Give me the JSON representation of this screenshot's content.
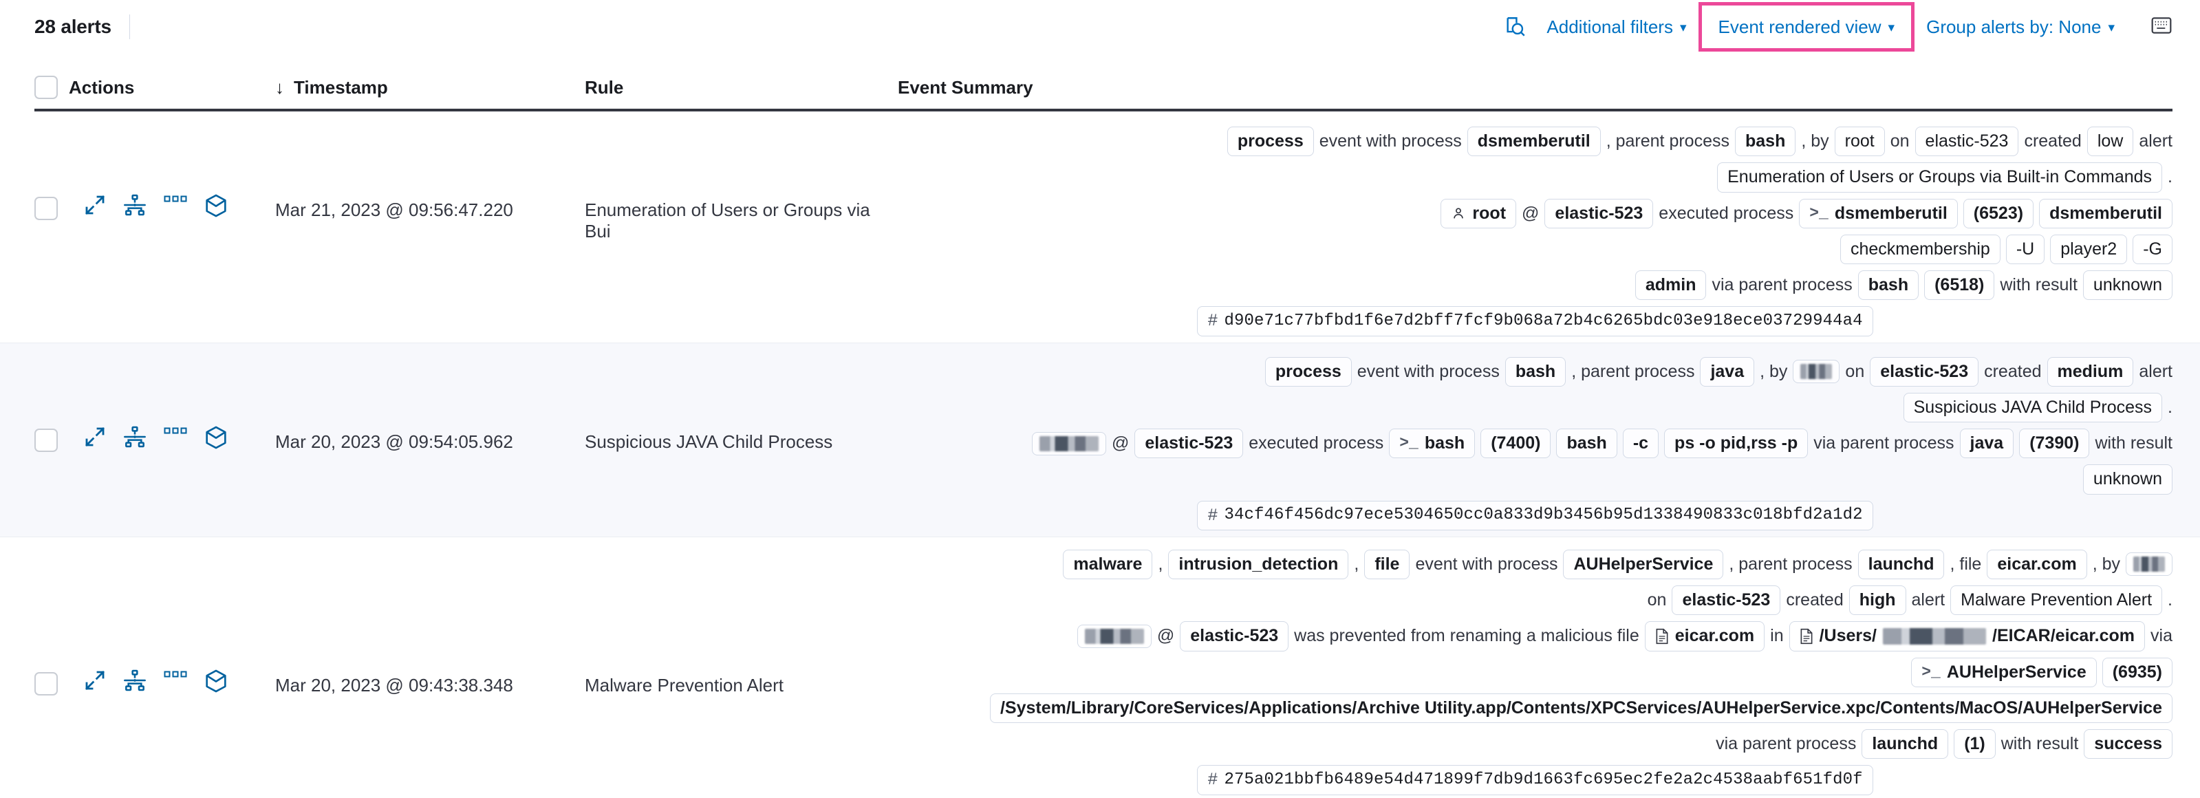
{
  "toolbar": {
    "alert_count": "28 alerts",
    "inspect_icon": "inspect-magnifier-icon",
    "additional_filters": "Additional filters",
    "event_rendered_view": "Event rendered view",
    "group_alerts_by": "Group alerts by: None",
    "keyboard_icon": "keyboard-icon",
    "chevron": "⌄",
    "highlight_color": "#ec4899",
    "link_color": "#0071c2"
  },
  "table": {
    "headers": {
      "actions": "Actions",
      "timestamp": "Timestamp",
      "sort_arrow": "↓",
      "rule": "Rule",
      "event_summary": "Event Summary"
    },
    "row_actions": [
      {
        "name": "expand-icon",
        "label": "Expand"
      },
      {
        "name": "analyze-event-icon",
        "label": "Analyze event"
      },
      {
        "name": "more-actions-icon",
        "label": "More actions"
      },
      {
        "name": "session-view-icon",
        "label": "Session view"
      }
    ],
    "rows": [
      {
        "timestamp": "Mar 21, 2023 @ 09:56:47.220",
        "rule": "Enumeration of Users or Groups via Bui",
        "hash": "d90e71c77bfbd1f6e7d2bff7fcf9b068a72b4c6265bdc03e918ece03729944a4",
        "lines": [
          [
            {
              "t": "chip",
              "v": "process",
              "bold": true
            },
            {
              "t": "txt",
              "v": "event with process"
            },
            {
              "t": "chip",
              "v": "dsmemberutil",
              "bold": true
            },
            {
              "t": "txt",
              "v": ", parent process"
            },
            {
              "t": "chip",
              "v": "bash",
              "bold": true
            },
            {
              "t": "txt",
              "v": ", by"
            },
            {
              "t": "chip",
              "v": "root"
            },
            {
              "t": "txt",
              "v": "on"
            },
            {
              "t": "chip",
              "v": "elastic-523"
            },
            {
              "t": "txt",
              "v": "created"
            },
            {
              "t": "chip",
              "v": "low"
            },
            {
              "t": "txt",
              "v": "alert"
            }
          ],
          [
            {
              "t": "chip",
              "v": "Enumeration of Users or Groups via Built-in Commands"
            },
            {
              "t": "txt",
              "v": "."
            }
          ],
          [
            {
              "t": "chip",
              "v": "root",
              "icon": "user-icon",
              "bold": true
            },
            {
              "t": "txt",
              "v": "@"
            },
            {
              "t": "chip",
              "v": "elastic-523",
              "bold": true
            },
            {
              "t": "txt",
              "v": "executed process"
            },
            {
              "t": "chip",
              "v": "dsmemberutil",
              "icon": "terminal-icon",
              "bold": true
            },
            {
              "t": "chip",
              "v": "(6523)",
              "bold": true
            },
            {
              "t": "chip",
              "v": "dsmemberutil",
              "bold": true
            }
          ],
          [
            {
              "t": "chip",
              "v": "checkmembership"
            },
            {
              "t": "chip",
              "v": "-U"
            },
            {
              "t": "chip",
              "v": "player2"
            },
            {
              "t": "chip",
              "v": "-G"
            }
          ],
          [
            {
              "t": "chip",
              "v": "admin",
              "bold": true
            },
            {
              "t": "txt",
              "v": "via parent process"
            },
            {
              "t": "chip",
              "v": "bash",
              "bold": true
            },
            {
              "t": "chip",
              "v": "(6518)",
              "bold": true
            },
            {
              "t": "txt",
              "v": "with result"
            },
            {
              "t": "chip",
              "v": "unknown"
            }
          ]
        ]
      },
      {
        "timestamp": "Mar 20, 2023 @ 09:54:05.962",
        "rule": "Suspicious JAVA Child Process",
        "hash": "34cf46f456dc97ece5304650cc0a833d9b3456b95d1338490833c018bfd2a1d2",
        "lines": [
          [
            {
              "t": "chip",
              "v": "process",
              "bold": true
            },
            {
              "t": "txt",
              "v": "event with process"
            },
            {
              "t": "chip",
              "v": "bash",
              "bold": true
            },
            {
              "t": "txt",
              "v": ", parent process"
            },
            {
              "t": "chip",
              "v": "java",
              "bold": true
            },
            {
              "t": "txt",
              "v": ", by"
            },
            {
              "t": "chip",
              "v": "",
              "redact": "small"
            },
            {
              "t": "txt",
              "v": "on"
            },
            {
              "t": "chip",
              "v": "elastic-523",
              "bold": true
            },
            {
              "t": "txt",
              "v": "created"
            },
            {
              "t": "chip",
              "v": "medium",
              "bold": true
            },
            {
              "t": "txt",
              "v": "alert"
            }
          ],
          [
            {
              "t": "chip",
              "v": "Suspicious JAVA Child Process"
            },
            {
              "t": "txt",
              "v": "."
            }
          ],
          [
            {
              "t": "chip",
              "v": "",
              "redact": "wide"
            },
            {
              "t": "txt",
              "v": "@"
            },
            {
              "t": "chip",
              "v": "elastic-523",
              "bold": true
            },
            {
              "t": "txt",
              "v": "executed process"
            },
            {
              "t": "chip",
              "v": "bash",
              "icon": "terminal-icon",
              "bold": true
            },
            {
              "t": "chip",
              "v": "(7400)",
              "bold": true
            },
            {
              "t": "chip",
              "v": "bash",
              "bold": true
            },
            {
              "t": "chip",
              "v": "-c",
              "bold": true
            },
            {
              "t": "chip",
              "v": "ps -o pid,rss -p",
              "bold": true
            },
            {
              "t": "txt",
              "v": "via parent process"
            },
            {
              "t": "chip",
              "v": "java",
              "bold": true
            },
            {
              "t": "chip",
              "v": "(7390)",
              "bold": true
            },
            {
              "t": "txt",
              "v": "with result"
            }
          ],
          [
            {
              "t": "chip",
              "v": "unknown"
            }
          ]
        ]
      },
      {
        "timestamp": "Mar 20, 2023 @ 09:43:38.348",
        "rule": "Malware Prevention Alert",
        "hash": "275a021bbfb6489e54d471899f7db9d1663fc695ec2fe2a2c4538aabf651fd0f",
        "lines": [
          [
            {
              "t": "chip",
              "v": "malware",
              "bold": true
            },
            {
              "t": "txt",
              "v": ","
            },
            {
              "t": "chip",
              "v": "intrusion_detection",
              "bold": true
            },
            {
              "t": "txt",
              "v": ","
            },
            {
              "t": "chip",
              "v": "file",
              "bold": true
            },
            {
              "t": "txt",
              "v": "event with process"
            },
            {
              "t": "chip",
              "v": "AUHelperService",
              "bold": true
            },
            {
              "t": "txt",
              "v": ", parent process"
            },
            {
              "t": "chip",
              "v": "launchd",
              "bold": true
            },
            {
              "t": "txt",
              "v": ", file"
            },
            {
              "t": "chip",
              "v": "eicar.com",
              "bold": true
            },
            {
              "t": "txt",
              "v": ", by"
            },
            {
              "t": "chip",
              "v": "",
              "redact": "small"
            }
          ],
          [
            {
              "t": "txt",
              "v": "on"
            },
            {
              "t": "chip",
              "v": "elastic-523",
              "bold": true
            },
            {
              "t": "txt",
              "v": "created"
            },
            {
              "t": "chip",
              "v": "high",
              "bold": true
            },
            {
              "t": "txt",
              "v": "alert"
            },
            {
              "t": "chip",
              "v": "Malware Prevention Alert"
            },
            {
              "t": "txt",
              "v": "."
            }
          ],
          [
            {
              "t": "chip",
              "v": "",
              "redact": "wide"
            },
            {
              "t": "txt",
              "v": "@"
            },
            {
              "t": "chip",
              "v": "elastic-523",
              "bold": true
            },
            {
              "t": "txt",
              "v": "was prevented from renaming a malicious file"
            },
            {
              "t": "chip",
              "v": "eicar.com",
              "icon": "file-icon",
              "bold": true
            },
            {
              "t": "txt",
              "v": "in"
            },
            {
              "t": "chip",
              "v": "/Users/",
              "suffix": "/EICAR/eicar.com",
              "icon": "file-icon",
              "redact": "path",
              "bold": true
            },
            {
              "t": "txt",
              "v": "via"
            }
          ],
          [
            {
              "t": "chip",
              "v": "AUHelperService",
              "icon": "terminal-icon",
              "bold": true
            },
            {
              "t": "chip",
              "v": "(6935)",
              "bold": true
            }
          ],
          [
            {
              "t": "chip",
              "v": "/System/Library/CoreServices/Applications/Archive Utility.app/Contents/XPCServices/AUHelperService.xpc/Contents/MacOS/AUHelperService",
              "bold": true
            }
          ],
          [
            {
              "t": "txt",
              "v": "via parent process"
            },
            {
              "t": "chip",
              "v": "launchd",
              "bold": true
            },
            {
              "t": "chip",
              "v": "(1)",
              "bold": true
            },
            {
              "t": "txt",
              "v": "with result"
            },
            {
              "t": "chip",
              "v": "success",
              "bold": true
            }
          ]
        ]
      }
    ]
  }
}
